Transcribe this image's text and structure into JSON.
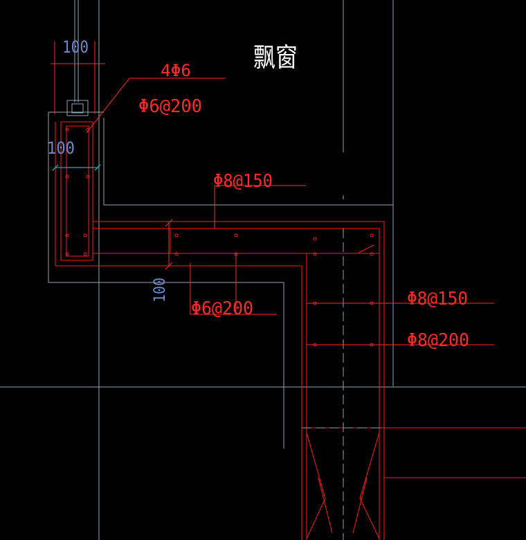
{
  "colors": {
    "background": "#000000",
    "outline": "#8fa9b5",
    "rebar": "#ff1a1a",
    "annotation": "#ff2a2a",
    "dimension": "#6f86c9",
    "dimension_line": "#ff2a2a",
    "title": "#ffffff",
    "tick": "#00d5ff"
  },
  "title": "飘窗",
  "labels": {
    "top_bars": "4Φ6",
    "top_stirrups": "Φ6@200",
    "slab_top": "Φ8@150",
    "slab_bottom": "Φ6@200",
    "wall_right_1": "Φ8@150",
    "wall_right_2": "Φ8@200"
  },
  "dimensions": {
    "width_top": "100",
    "width_side": "100",
    "slab_thickness": "100"
  }
}
